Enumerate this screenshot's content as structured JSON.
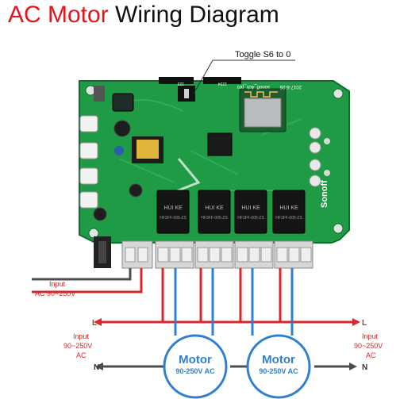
{
  "title": {
    "part1": "AC Motor",
    "part2": "Wiring Diagram"
  },
  "callout": "Toggle S6 to 0",
  "power_input": {
    "line1": "Input",
    "line2": "AC 90~250V"
  },
  "left_input": {
    "line1": "Input",
    "line2": "90~250V",
    "line3": "AC"
  },
  "right_input": {
    "line1": "Input",
    "line2": "90~250V",
    "line3": "AC"
  },
  "line_label": "L",
  "neutral_label": "N",
  "motors": [
    {
      "name": "Motor",
      "rating": "90-250V AC"
    },
    {
      "name": "Motor",
      "rating": "90-250V AC"
    }
  ],
  "board": {
    "brand": "Sonoff",
    "silk_date": "2017-6-26",
    "silk_model": "sonoff_4ch_pro",
    "relay_text": "HUI KE",
    "relay_spec": "HF3FF-005-ZS",
    "switch_labels": [
      "123",
      "1234"
    ]
  },
  "colors": {
    "title_red": "#e3141a",
    "pcb": "#1f9a45",
    "line_wire": "#d9262a",
    "neutral_wire": "#4d4d4d",
    "motor_wire": "#2f7fd0",
    "motor_ring": "#2f7fd0"
  }
}
